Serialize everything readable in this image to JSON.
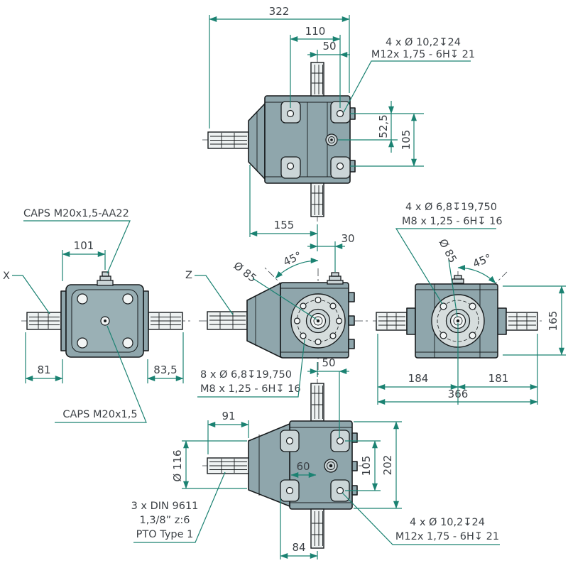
{
  "colors": {
    "body": "#8fa6ac",
    "pad": "#cbd5d7",
    "flange": "#d6dddd",
    "outline": "#181c1e",
    "dimension": "#1b8272",
    "text": "#3c4146",
    "background": "#ffffff"
  },
  "labels": {
    "view_x": "X",
    "view_z": "Z"
  },
  "top_view": {
    "dim_overall": "322",
    "dim_bolt_span": "110",
    "dim_shaft_to_bolt": "50",
    "dim_bolt_to_center": "52,5",
    "dim_bolt_rows": "105",
    "dim_shaft_to_axis": "155",
    "dim_axis_offset": "30",
    "note": {
      "l1": "4 x Ø 10,2↧24",
      "l2": "M12x 1,75 - 6H↧ 21"
    }
  },
  "front_view": {
    "dim_cap": "101",
    "dim_shaft_left": "81",
    "dim_shaft_right": "83,5",
    "note_cap_top": "CAPS M20x1,5-AA22",
    "note_cap_center": "CAPS M20x1,5"
  },
  "side_view_z": {
    "dim_flange_dia": "Ø 85",
    "dim_angle": "45°",
    "note": {
      "l1": "8 x Ø 6,8↧19,750",
      "l2": "M8 x 1,25 - 6H↧ 16"
    }
  },
  "side_view_right": {
    "dim_flange_dia": "Ø 85",
    "dim_angle": "45°",
    "dim_height": "165",
    "dim_left_shaft": "184",
    "dim_right_shaft": "181",
    "dim_overall": "366",
    "note": {
      "l1": "4 x Ø 6,8↧19,750",
      "l2": "M8 x 1,25 - 6H↧ 16"
    }
  },
  "bottom_view": {
    "dim_shaft_len": "91",
    "dim_bell_dia": "Ø 116",
    "dim_edge_to_axis": "60",
    "dim_bolt_rows": "105",
    "dim_body_height": "202",
    "dim_axis_to_bolt": "50",
    "dim_axis_bottom": "84",
    "note_pto": {
      "l1": "3 x DIN 9611",
      "l2": "1,3/8” z:6",
      "l3": "PTO Type 1"
    },
    "note": {
      "l1": "4 x Ø 10,2↧24",
      "l2": "M12x 1,75 - 6H↧ 21"
    }
  }
}
